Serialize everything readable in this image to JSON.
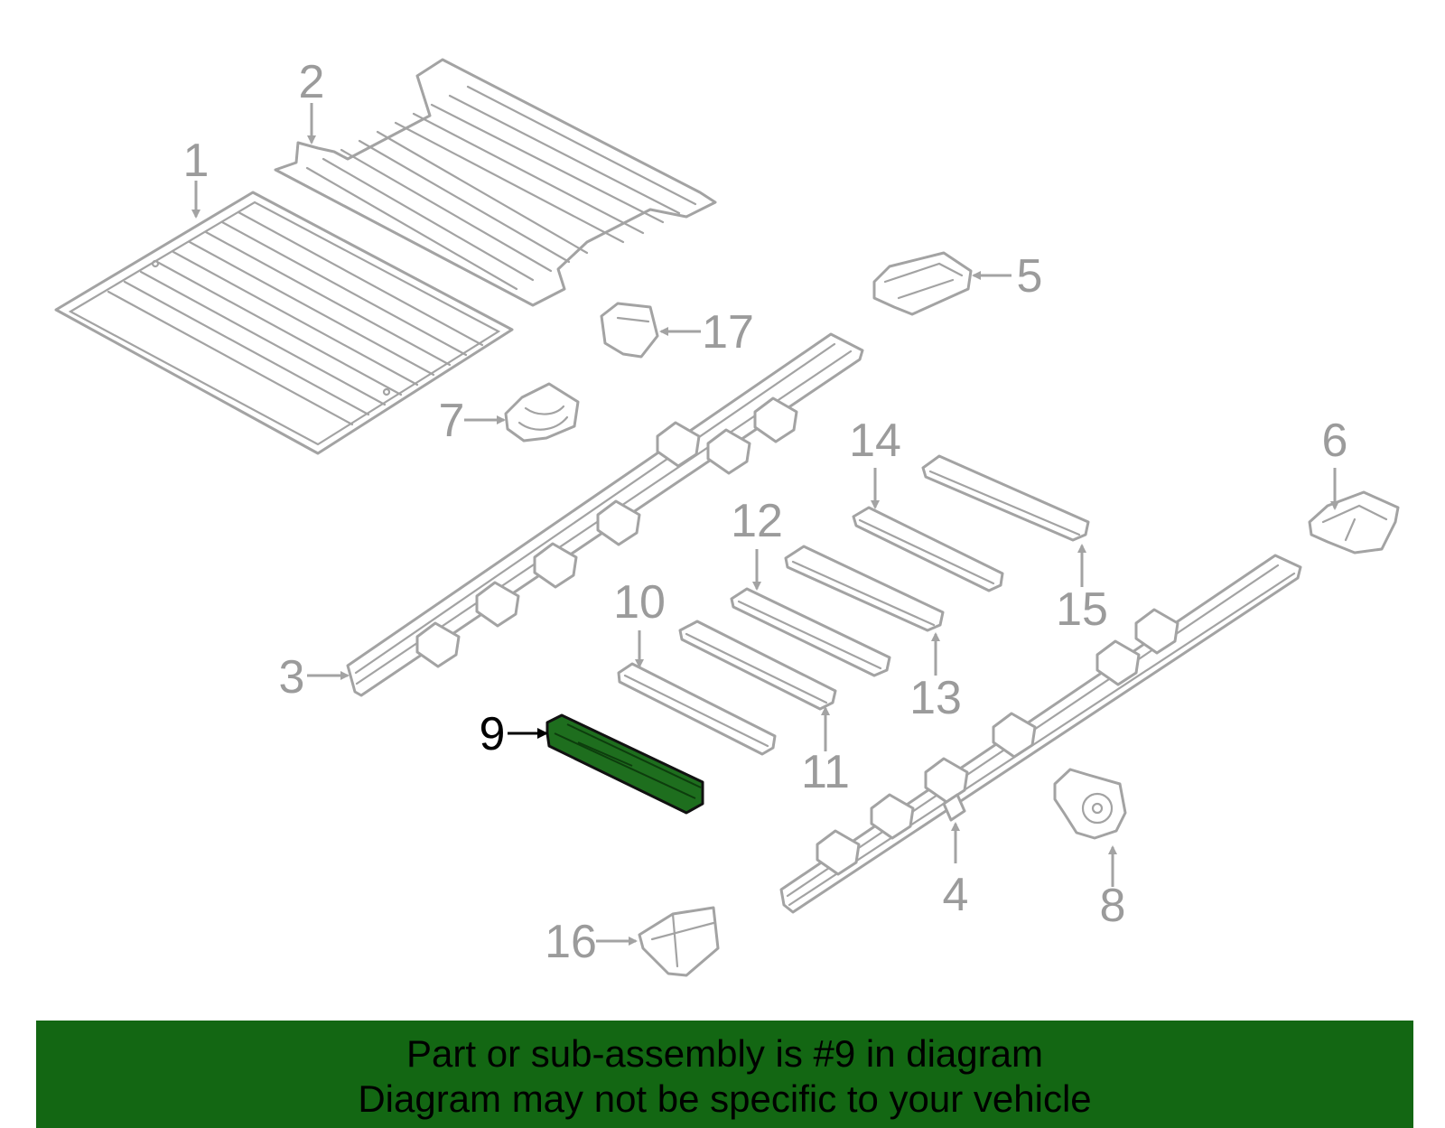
{
  "diagram": {
    "highlighted_callout": "9",
    "colors": {
      "line_art": "#a3a3a3",
      "callout_text": "#9b9b9b",
      "highlight_part": "#1e6e1e",
      "banner_background": "#136713",
      "banner_text": "#000000"
    },
    "callouts": {
      "c1": "1",
      "c2": "2",
      "c3": "3",
      "c4": "4",
      "c5": "5",
      "c6": "6",
      "c7": "7",
      "c8": "8",
      "c9": "9",
      "c10": "10",
      "c11": "11",
      "c12": "12",
      "c13": "13",
      "c14": "14",
      "c15": "15",
      "c16": "16",
      "c17": "17"
    }
  },
  "banner": {
    "line1": "Part or sub-assembly is #9 in diagram",
    "line2": "Diagram may not be specific to your vehicle"
  }
}
